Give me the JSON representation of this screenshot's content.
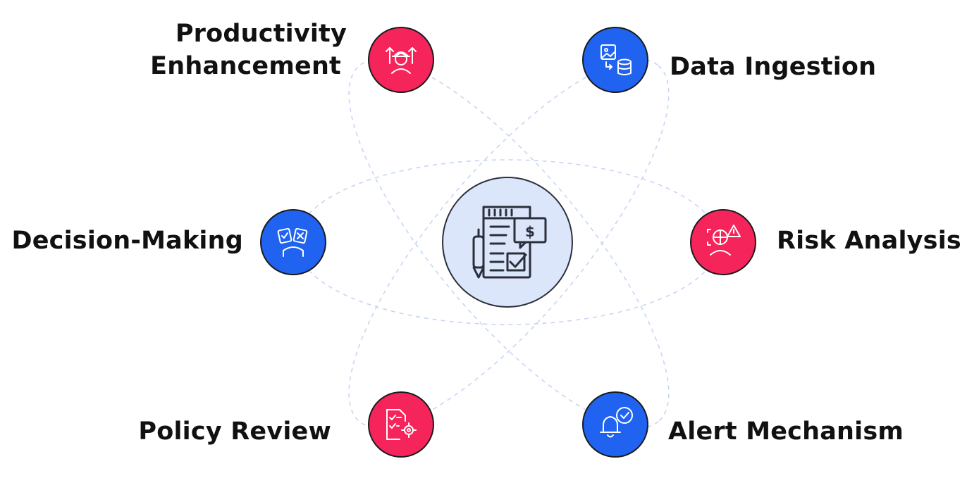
{
  "center": {
    "icon": "financial-report-icon",
    "fill": "#dce6fb",
    "stroke": "#2b2f3a"
  },
  "colors": {
    "red": "#f5245a",
    "blue": "#1f63f0",
    "orbit": "#c7d6f5"
  },
  "nodes": [
    {
      "id": "productivity",
      "title_lines": [
        "Productivity",
        "Enhancement"
      ],
      "icon": "worker-growth-icon",
      "color": "red"
    },
    {
      "id": "data",
      "title_lines": [
        "Data Ingestion"
      ],
      "icon": "data-ingestion-icon",
      "color": "blue"
    },
    {
      "id": "decision",
      "title_lines": [
        "Decision-Making"
      ],
      "icon": "decision-cards-icon",
      "color": "blue"
    },
    {
      "id": "risk",
      "title_lines": [
        "Risk Analysis"
      ],
      "icon": "risk-alert-icon",
      "color": "red"
    },
    {
      "id": "policy",
      "title_lines": [
        "Policy Review"
      ],
      "icon": "policy-checklist-icon",
      "color": "red"
    },
    {
      "id": "alert",
      "title_lines": [
        "Alert Mechanism"
      ],
      "icon": "bell-check-icon",
      "color": "blue"
    }
  ]
}
